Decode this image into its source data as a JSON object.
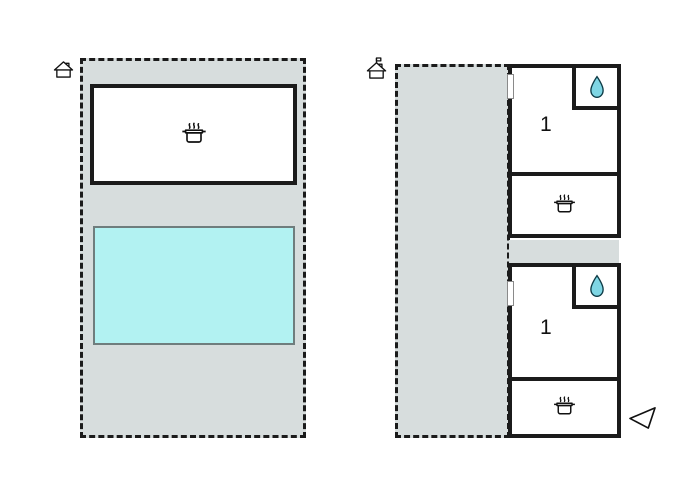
{
  "colors": {
    "outline": "#1b1b1b",
    "wall": "#1b1b1b",
    "terrace_fill": "#d7dddd",
    "pool_fill": "#b2f2f2",
    "drop_fill": "#7fd6e4"
  },
  "left_plan": {
    "building_icon": "house-icon",
    "kitchen_room": {
      "icon": "pot-icon"
    },
    "pool": {
      "icon": "pool-area"
    }
  },
  "right_plan": {
    "building_icon": "house-antenna-icon",
    "units": [
      {
        "label": "1",
        "bath_icon": "drop-icon",
        "kitchen_icon": "pot-icon"
      },
      {
        "label": "1",
        "bath_icon": "drop-icon",
        "kitchen_icon": "pot-icon"
      }
    ],
    "compass_icon": "triangle-arrow-icon"
  }
}
